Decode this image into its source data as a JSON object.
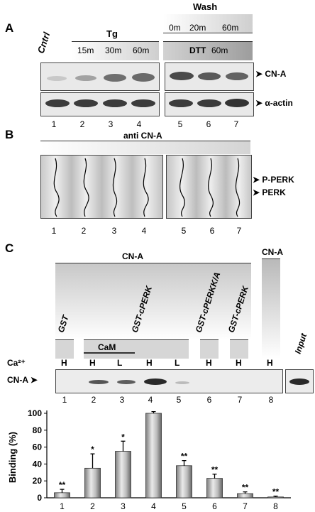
{
  "panelA": {
    "letter": "A",
    "cntrl": "Cntrl",
    "tg": "Tg",
    "tg_times": [
      "15m",
      "30m",
      "60m"
    ],
    "wash": "Wash",
    "wash_times": [
      "0m",
      "20m",
      "60m"
    ],
    "dtt": "DTT",
    "dtt_time": "60m",
    "band_labels": [
      "CN-A",
      "α-actin"
    ],
    "lanes": [
      "1",
      "2",
      "3",
      "4",
      "5",
      "6",
      "7"
    ]
  },
  "panelB": {
    "letter": "B",
    "antibody": "anti CN-A",
    "band_labels": [
      "P-PERK",
      "PERK"
    ],
    "lanes": [
      "1",
      "2",
      "3",
      "4",
      "5",
      "6",
      "7"
    ]
  },
  "panelC": {
    "letter": "C",
    "cn_a": "CN-A",
    "cn_a_lane8": "CN-A",
    "constructs": [
      "GST",
      "GST-cPERK",
      "GST-cPERKK/A",
      "GST-cPERK"
    ],
    "cam": "CaM",
    "ca_label": "Ca²⁺",
    "ca_conditions": [
      "H",
      "H",
      "L",
      "H",
      "L",
      "H",
      "H",
      "H"
    ],
    "blot_label": "CN-A",
    "input": "Input",
    "lanes": [
      "1",
      "2",
      "3",
      "4",
      "5",
      "6",
      "7",
      "8"
    ]
  },
  "chart_data": {
    "type": "bar",
    "categories": [
      "1",
      "2",
      "3",
      "4",
      "5",
      "6",
      "7",
      "8"
    ],
    "values": [
      6,
      35,
      55,
      100,
      38,
      23,
      5,
      1
    ],
    "errors": [
      4,
      17,
      12,
      2,
      6,
      5,
      2,
      1
    ],
    "significance": [
      "**",
      "*",
      "*",
      "",
      "**",
      "**",
      "**",
      "**"
    ],
    "ylabel": "Binding (%)",
    "ylim": [
      0,
      100
    ],
    "yticks": [
      "0",
      "20",
      "40",
      "60",
      "80",
      "100"
    ]
  }
}
